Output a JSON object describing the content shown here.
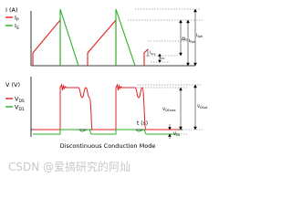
{
  "top_plot": {
    "ylabel": "I (A)",
    "legend": [
      {
        "name": "IP",
        "main": "I",
        "sub": "P",
        "color": "#e02020"
      },
      {
        "name": "IS",
        "main": "I",
        "sub": "S",
        "color": "#28b028"
      }
    ],
    "annotations": [
      {
        "key": "ppk",
        "main": "I",
        "sub": "Ppk"
      },
      {
        "key": "dp",
        "main": "ΔI",
        "sub": "P"
      },
      {
        "key": "spk",
        "main": "I",
        "sub": "Spk"
      },
      {
        "key": "dc",
        "main": "I",
        "sub": "DC"
      },
      {
        "key": "svy",
        "main": "I",
        "sub": "Svy"
      }
    ]
  },
  "bottom_plot": {
    "ylabel": "V (V)",
    "xlabel": "t (s)",
    "legend": [
      {
        "name": "VDS",
        "main": "V",
        "sub": "DS",
        "color": "#e02020"
      },
      {
        "name": "VD1",
        "main": "V",
        "sub": "D1",
        "color": "#28b028"
      }
    ],
    "annotations": [
      {
        "key": "dsmax",
        "main": "V",
        "sub": "DSmax"
      },
      {
        "key": "dspk",
        "main": "V",
        "sub": "DSpk"
      },
      {
        "key": "d1",
        "main": "V",
        "sub": "D1"
      }
    ]
  },
  "caption": "Discontinuous Conduction Mode",
  "watermark": "CSDN @爱搞研究的阿灿",
  "colors": {
    "primary": "#e02020",
    "secondary": "#28b028",
    "axis": "#000000"
  }
}
